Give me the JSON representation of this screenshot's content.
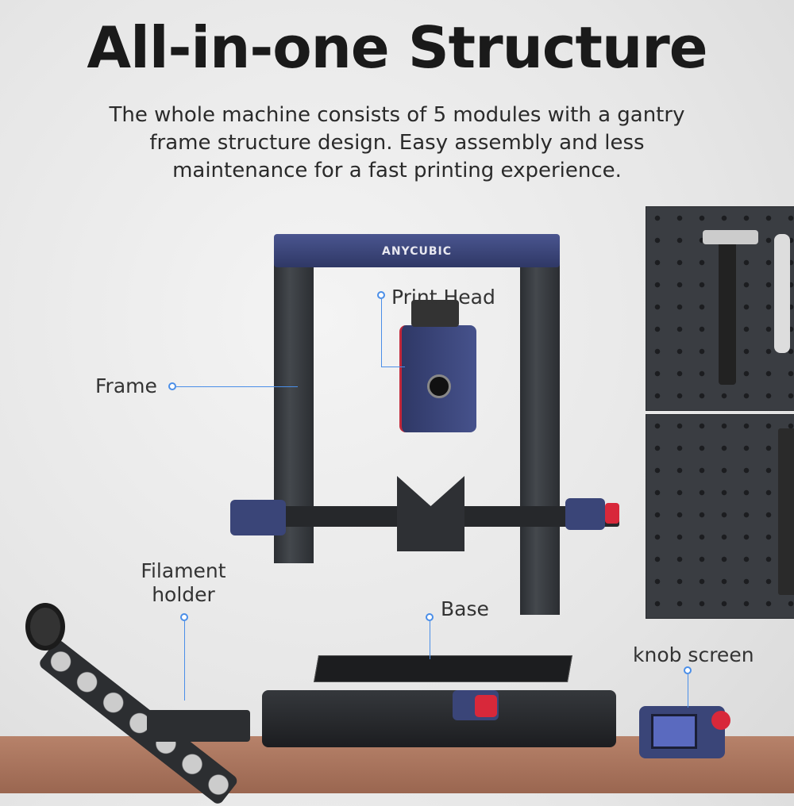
{
  "title": "All-in-one Structure",
  "subtitle": [
    "The whole machine consists of 5 modules with a gantry",
    "frame structure design. Easy assembly and less",
    "maintenance for a fast printing experience."
  ],
  "brand_logo": "ANYCUBIC",
  "labels": {
    "print_head": "Print Head",
    "frame": "Frame",
    "filament_holder": [
      "Filament",
      "holder"
    ],
    "base": "Base",
    "knob_screen": "knob screen"
  },
  "colors": {
    "accent": "#4a8ee8",
    "frame_blue": "#3a4578",
    "knob_red": "#d8283a"
  }
}
